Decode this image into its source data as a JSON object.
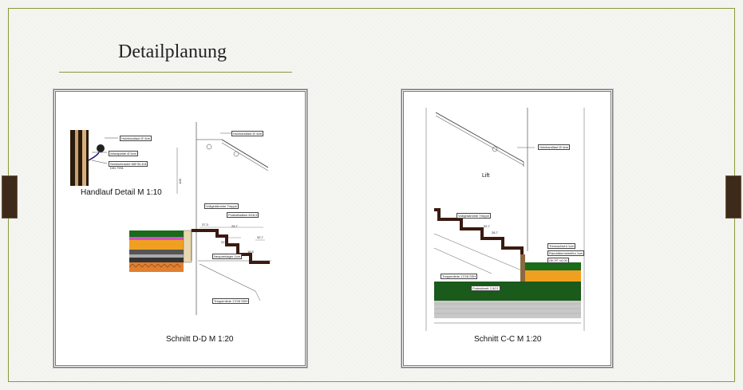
{
  "slide": {
    "title": "Detailplanung"
  },
  "drawing_dd": {
    "caption_detail": "Handlauf Detail M 1:10",
    "caption_section": "Schnitt D-D  M 1:20",
    "labels": {
      "handlauf_top": "Holzhandlauf Ø 4cm",
      "handlauf": "Holzhandlauf Ø 4cm",
      "wandplatte": "Wandplatte Ø 5cm",
      "senkschraube": "Senkschraube M8*30-8.8",
      "din": "DIN 7991",
      "treppe": "Vollgedämmte Treppe",
      "podest": "Podestbalken 8/16,5",
      "neopren": "Neoprenlager 1cm",
      "treppenlinie": "Treppenlinie 17/28 SSH",
      "dim_1": "37,3",
      "dim_2": "28,7",
      "dim_3": "32,7",
      "dim_4": "22",
      "dim_5": "16,5",
      "dim_6": "100"
    }
  },
  "drawing_cc": {
    "caption_section": "Schnitt C-C  M 1:20",
    "labels": {
      "handlauf": "Holzhandlauf Ø 4cm",
      "lift": "Lift",
      "treppe": "Vollgedämmte Treppe",
      "trennschicht": "Trennschicht 1cm",
      "randdaemm": "Randdämmstreifen 1cm",
      "okff": "OK FF ±0,00",
      "treppenlinie": "Treppenlinie 17/28 SSH",
      "podest": "Podestbrett 2,5/21",
      "dim_1": "32,7",
      "dim_2": "28,7"
    }
  },
  "colors": {
    "frame_border": "#8a9a3a",
    "side_tab": "#3d2a1a",
    "green_layer": "#1a6b1a",
    "orange_layer": "#f0a020",
    "pink_layer": "#d050d0",
    "stair_brown": "#3a1a10"
  }
}
